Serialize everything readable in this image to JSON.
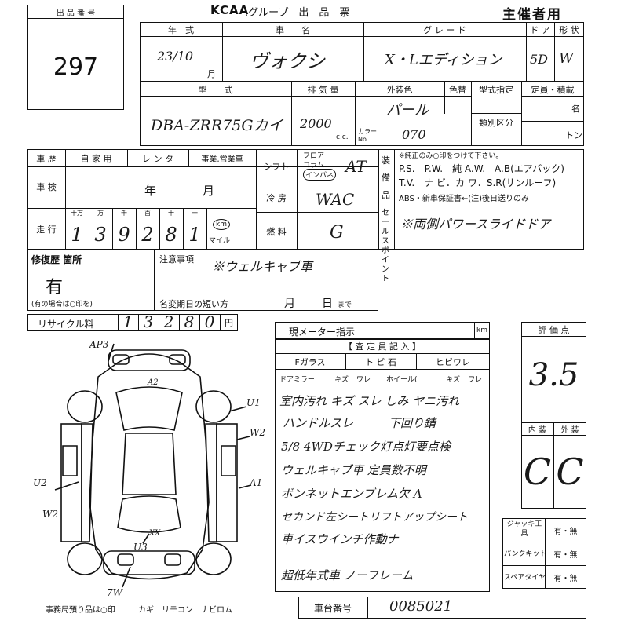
{
  "header": {
    "brand": "KCAA",
    "title": ".グループ　出　品　票",
    "organizer": "主催者用"
  },
  "lot": {
    "label": "出 品 番 号",
    "number": "297"
  },
  "vehicle": {
    "year_label": "年　式",
    "name_label": "車　　名",
    "grade_label": "グ レ ー ド",
    "doors_label": "ド ア",
    "shape_label": "形 状",
    "year": "23/10",
    "month_unit": "月",
    "name": "ヴォクシ",
    "grade": "X・Lエディション",
    "doors": "5D",
    "shape": "W",
    "model_label": "型　　式",
    "displacement_label": "排 気 量",
    "color_label": "外装色",
    "color_change_label": "色替",
    "model_designation_label": "型式指定",
    "classification_label": "類別区分",
    "capacity_label": "定員・積載",
    "capacity_unit_person": "名",
    "capacity_unit_ton": "トン",
    "model": "DBA-ZRR75Gカイ",
    "displacement": "2000",
    "cc_unit": "c.c.",
    "color": "パール",
    "color_no_label": "カラー No.",
    "color_no": "070"
  },
  "history": {
    "usage_label": "車 歴",
    "usage_options": [
      "自 家 用",
      "レ ン タ",
      "事業,営業車"
    ],
    "inspection_label": "車 検",
    "inspection_year": "年",
    "inspection_month": "月",
    "mileage_label": "走 行",
    "digit_headers": [
      "十万",
      "万",
      "千",
      "百",
      "十",
      "一"
    ],
    "mileage_digits": [
      "1",
      "3",
      "9",
      "2",
      "8",
      "1"
    ],
    "km_label": "km",
    "mile_label": "マイル"
  },
  "shift": {
    "label": "シフト",
    "options": [
      "フロア",
      "コラム",
      "インパネ"
    ],
    "value": "AT"
  },
  "cooling": {
    "label": "冷 房",
    "value": "WAC"
  },
  "fuel": {
    "label": "燃 料",
    "value": "G"
  },
  "equipment": {
    "label": "装備品",
    "note": "※純正のみ○印をつけて下さい。",
    "row1": "P.S.　P.W.　純 A.W.　A.B(エアバック)",
    "row2": "T.V.　ナ ビ．カ ワ．S.R(サンルーフ)",
    "row3": "ABS・新車保証書←(注)後日送りのみ"
  },
  "sales_point": {
    "label": "セールスポイント",
    "value": "※両側パワースライドドア"
  },
  "repair": {
    "label": "修復歴 箇所",
    "value": "有",
    "note": "(有の場合は○印を)"
  },
  "notes": {
    "label": "注意事項",
    "value": "※ウェルキャブ車",
    "name_change_label": "名変期日の短い方",
    "month": "月",
    "day": "日",
    "until": "まで"
  },
  "recycle": {
    "label": "リサイクル料",
    "digits": [
      "1",
      "3",
      "2",
      "8",
      "0"
    ],
    "unit": "円"
  },
  "meter": {
    "label": "現メーター指示",
    "unit": "km"
  },
  "inspector": {
    "title": "【 査 定 員 記 入 】",
    "row1": [
      "Fガラス",
      "ト ビ 石",
      "ヒビワレ"
    ],
    "row2": [
      "ドアミラー",
      "キズ",
      "ワレ",
      "ホイール(",
      "キズ",
      "ワレ"
    ],
    "comments": [
      "室内汚れ キズ スレ しみ ヤニ汚れ",
      "ハンドルスレ　　　下回り錆",
      "5/8 4WDチェック灯点灯要点検",
      "ウェルキャブ車 定員数不明",
      "ボンネットエンブレム欠 A",
      "セカンド左シートリフトアップシート",
      "車イスウインチ作動ナ",
      "超低年式車 ノーフレーム"
    ]
  },
  "score": {
    "label": "評 価 点",
    "value": "3.5",
    "interior_label": "内 装",
    "exterior_label": "外 装",
    "interior": "C",
    "exterior": "C"
  },
  "extras": {
    "jack_label": "ジャッキ工具",
    "puncture_label": "パンクキット",
    "spare_label": "スペアタイヤ",
    "option": "有・無"
  },
  "diagram": {
    "marks": [
      "AP3",
      "A2",
      "U1",
      "W2",
      "A1",
      "U2",
      "W2",
      "U3",
      "XX",
      "7W"
    ],
    "office_note": "事務局預り品は○印",
    "items": "カギ　リモコン　ナビロム"
  },
  "chassis": {
    "label": "車台番号",
    "value": "0085021"
  }
}
